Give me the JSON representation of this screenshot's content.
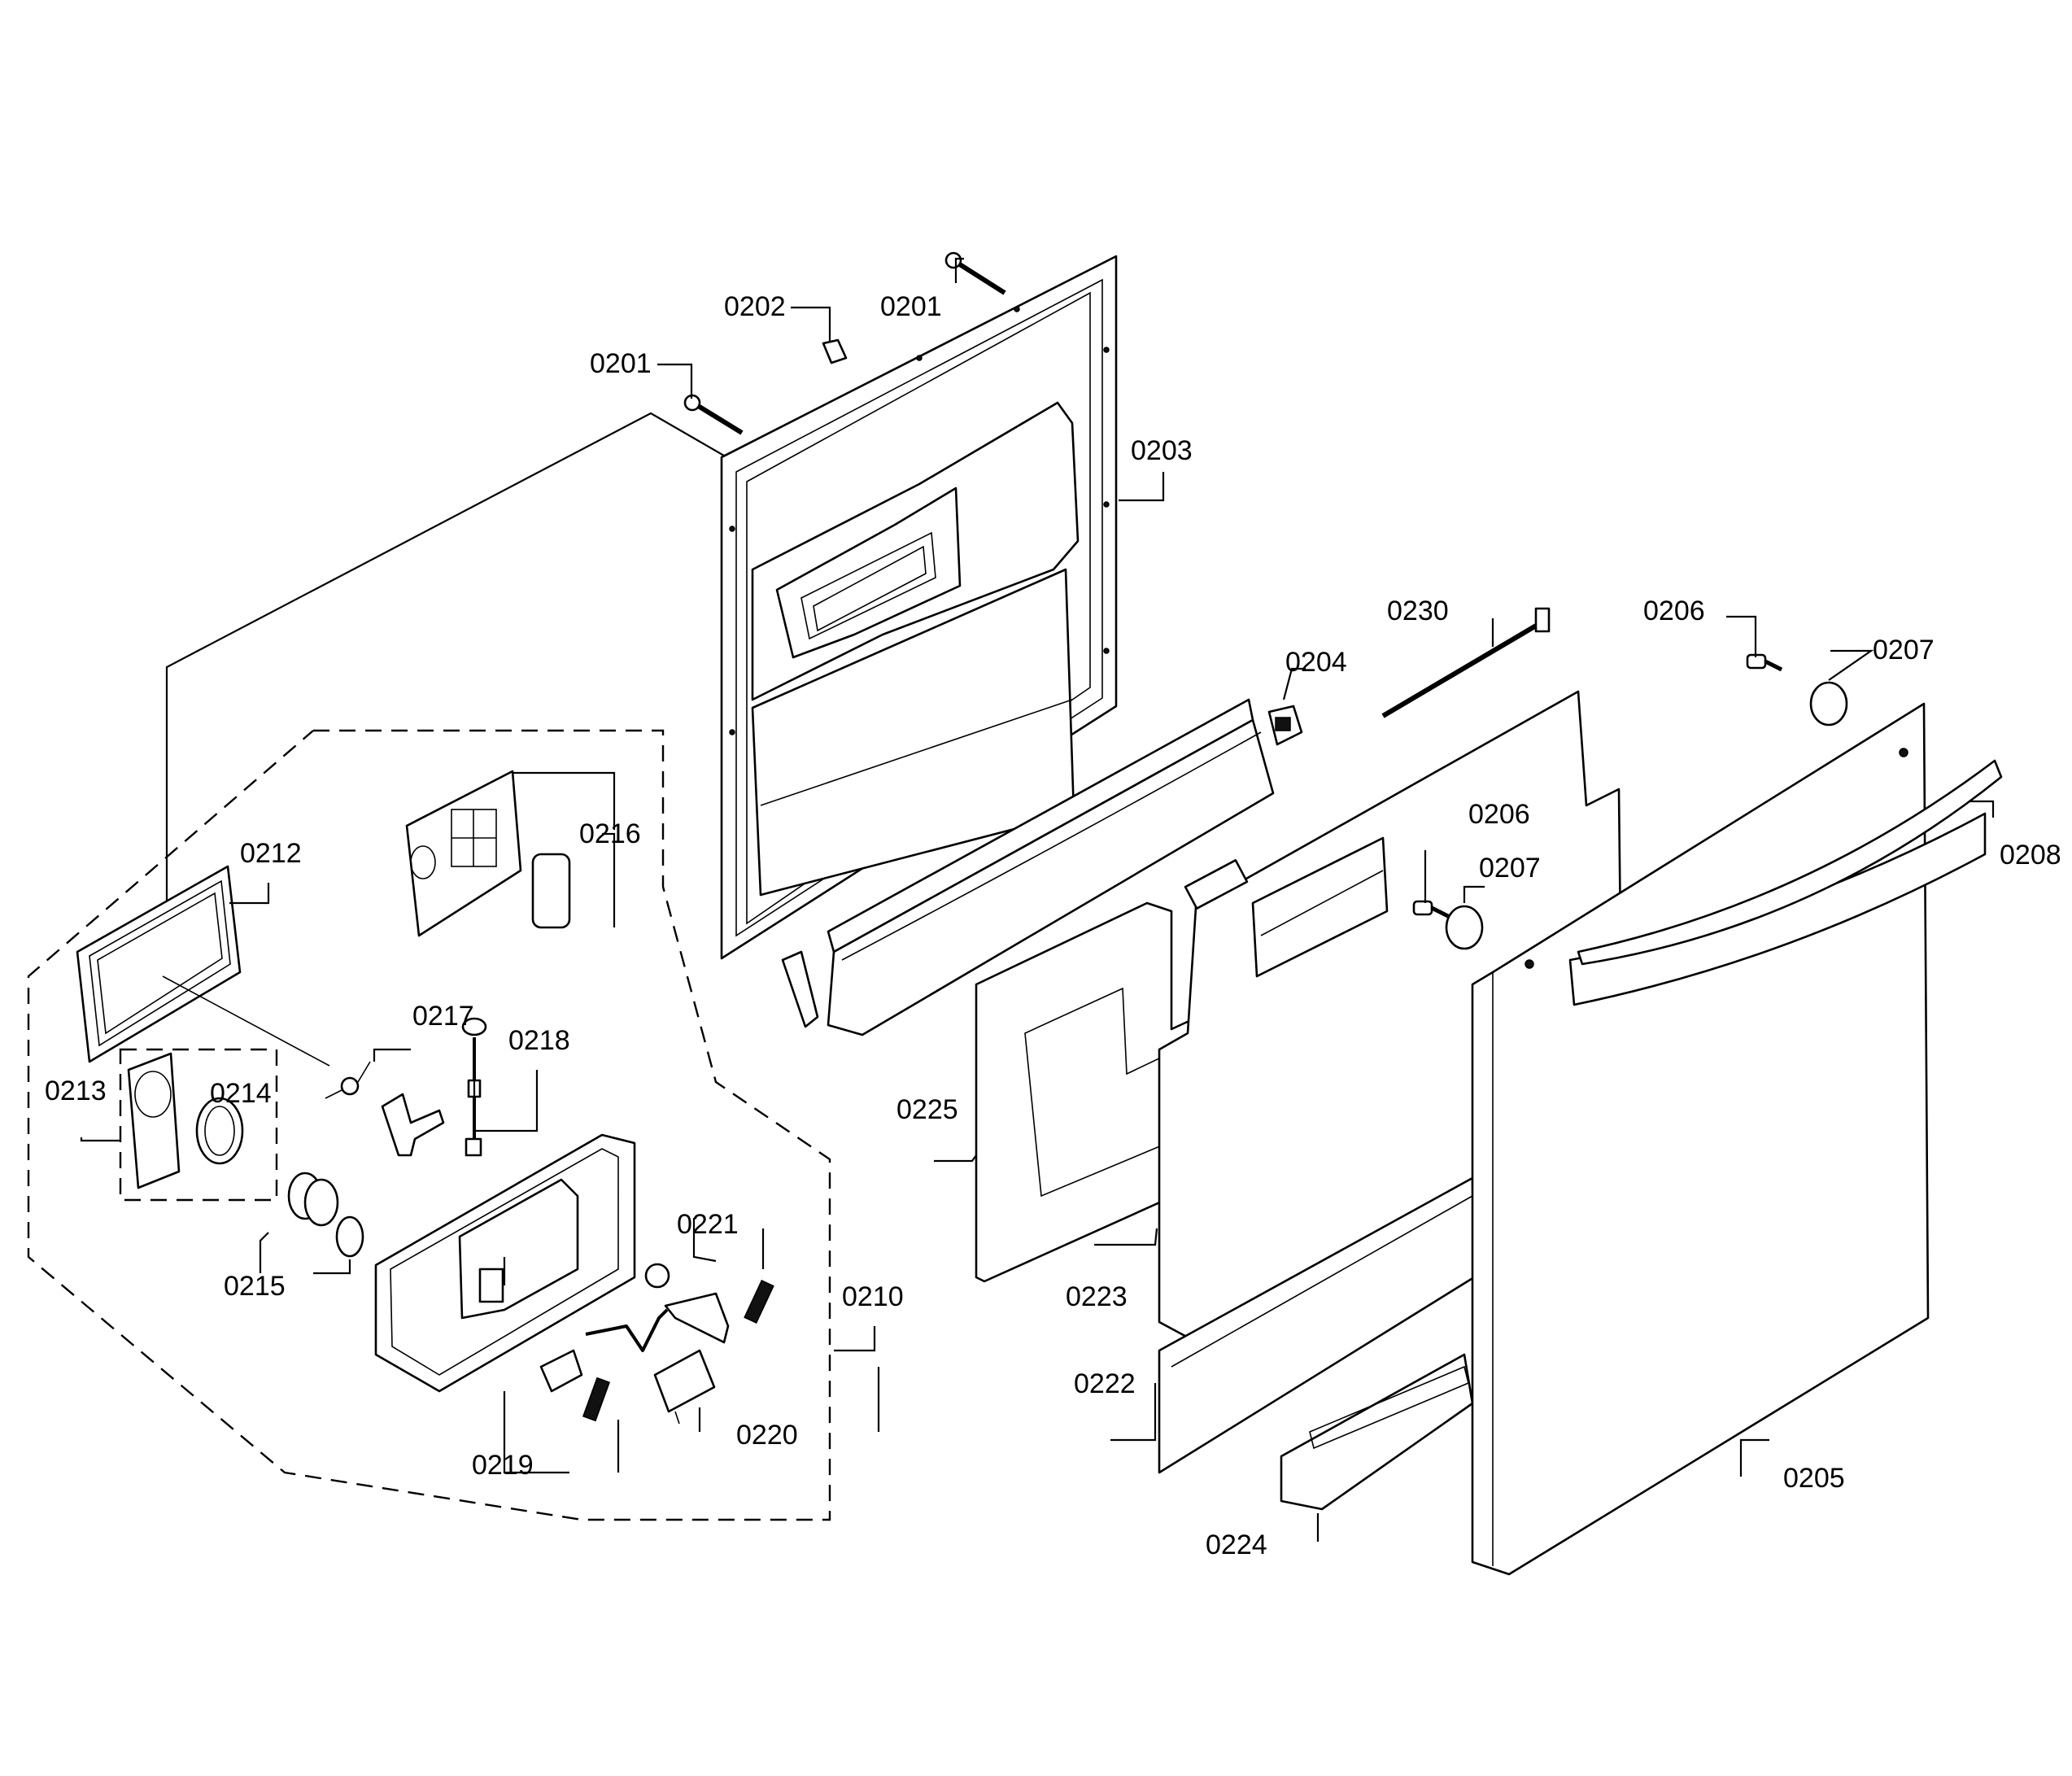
{
  "labels": {
    "p0201a": "0201",
    "p0201b": "0201",
    "p0202": "0202",
    "p0203": "0203",
    "p0204": "0204",
    "p0205": "0205",
    "p0206a": "0206",
    "p0206b": "0206",
    "p0207a": "0207",
    "p0207b": "0207",
    "p0208": "0208",
    "p0210": "0210",
    "p0212": "0212",
    "p0213": "0213",
    "p0214": "0214",
    "p0215": "0215",
    "p0216": "0216",
    "p0217": "0217",
    "p0218": "0218",
    "p0219": "0219",
    "p0220": "0220",
    "p0221": "0221",
    "p0222": "0222",
    "p0223": "0223",
    "p0224": "0224",
    "p0225": "0225",
    "p0230": "0230"
  }
}
